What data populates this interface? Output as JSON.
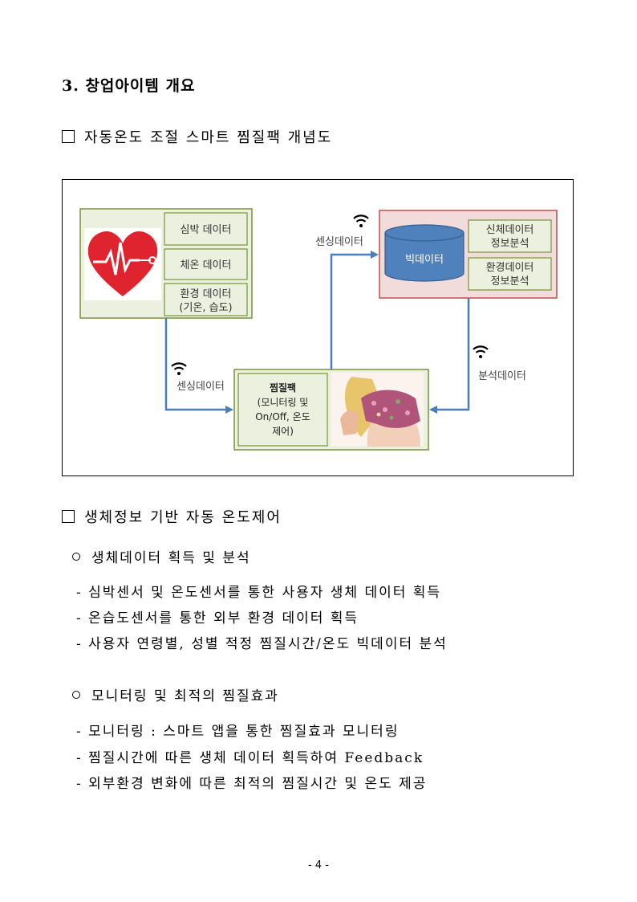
{
  "heading": "3. 창업아이템 개요",
  "section1": {
    "title": "자동온도 조절 스마트 찜질팩 개념도"
  },
  "diagram": {
    "heart_items": [
      "심박 데이터",
      "체온 데이터",
      "환경 데이터",
      "(기온, 습도)"
    ],
    "sensing_label_left": "센싱데이터",
    "sensing_label_top": "센싱데이터",
    "analysis_label": "분석데이터",
    "bigdata_label": "빅데이터",
    "analysis_items": [
      "신체데이터",
      "정보분석",
      "환경데이터",
      "정보분석"
    ],
    "pack_lines": [
      "찜질팩",
      "(모니터링 및",
      "On/Off, 온도",
      "제어)"
    ]
  },
  "section2": {
    "title": "생체정보 기반 자동 온도제어",
    "sub1": "생체데이터 획득 및 분석",
    "sub1_items": [
      "- 심박센서 및 온도센서를 통한 사용자 생체 데이터 획득",
      "- 온습도센서를 통한 외부 환경 데이터 획득",
      "- 사용자 연령별, 성별 적정 찜질시간/온도 빅데이터 분석"
    ],
    "sub2": "모니터링 및 최적의 찜질효과",
    "sub2_items": [
      "- 모니터링 : 스마트 앱을 통한 찜질효과 모니터링",
      "- 찜질시간에 따른 생체 데이터 획득하여 Feedback",
      "- 외부환경 변화에 따른 최적의 찜질시간 및 온도 제공"
    ]
  },
  "page_number": "- 4 -",
  "colors": {
    "arrow": "#4a7ebb",
    "green_fill": "#ebf1de",
    "green_border": "#77933c",
    "red_fill": "#f2dcdb",
    "red_border": "#c0504d",
    "cylinder": "#4f81bd",
    "heart": "#e0242f"
  }
}
